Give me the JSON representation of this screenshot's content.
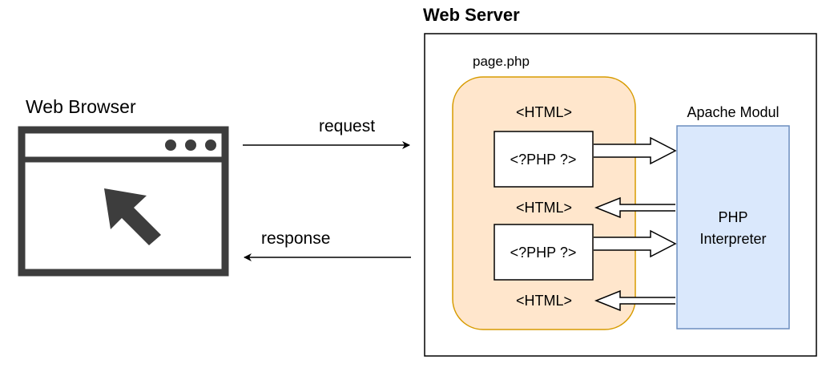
{
  "diagram": {
    "web_browser": {
      "label": "Web Browser"
    },
    "web_server": {
      "label": "Web Server"
    },
    "page_php": {
      "label": "page.php",
      "html_1": "<HTML>",
      "php_1": "<?PHP ?>",
      "html_2": "<HTML>",
      "php_2": "<?PHP ?>",
      "html_3": "<HTML>"
    },
    "apache_module": {
      "label": "Apache Modul",
      "interpreter_line1": "PHP",
      "interpreter_line2": "Interpreter"
    },
    "flows": {
      "request": "request",
      "response": "response"
    }
  },
  "colors": {
    "page_fill": "#ffe6cc",
    "page_stroke": "#d79b00",
    "interpreter_fill": "#dae8fc",
    "interpreter_stroke": "#6c8ebf",
    "browser_icon": "#3d3d3d",
    "line": "#000000"
  }
}
